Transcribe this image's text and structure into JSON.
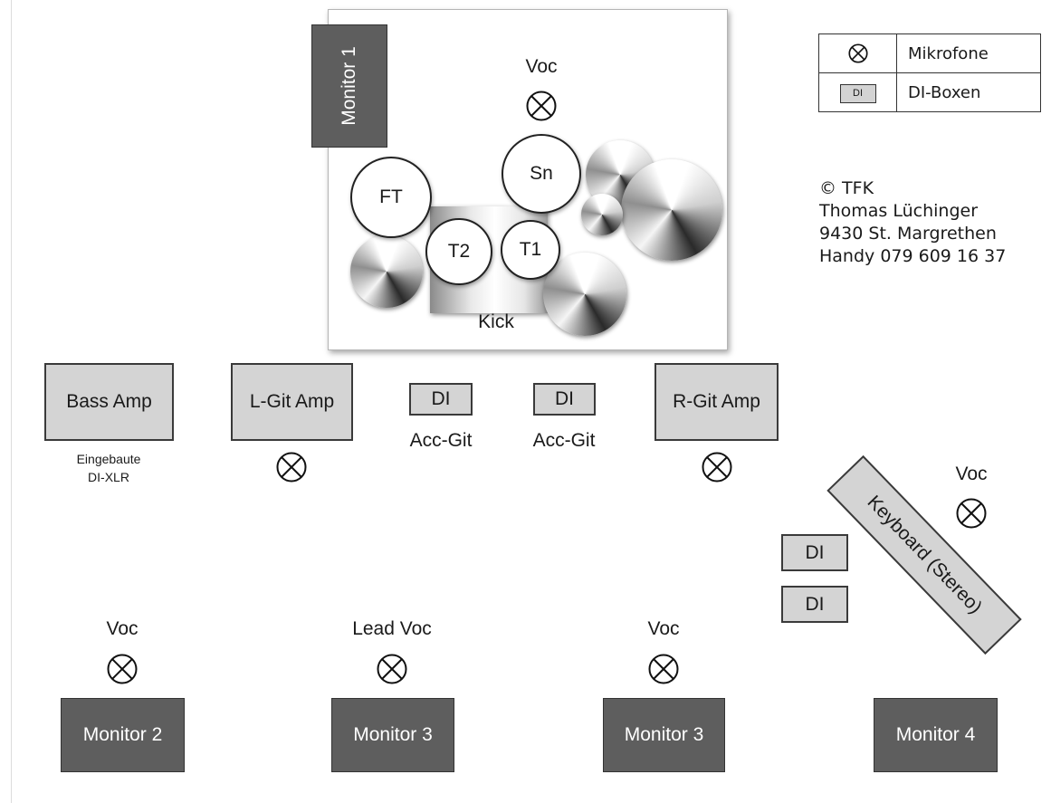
{
  "drum_kit": {
    "monitor_1": "Monitor 1",
    "vocal_label": "Voc",
    "snare": "Sn",
    "floor_tom": "FT",
    "tom_2": "T2",
    "tom_1": "T1",
    "kick": "Kick"
  },
  "legend": {
    "microphone_icon": "microphone-icon",
    "microphones": "Mikrofone",
    "di_box_symbol": "DI",
    "di_boxes": "DI-Boxen"
  },
  "credits": [
    "© TFK",
    "Thomas Lüchinger",
    "9430 St. Margrethen",
    "Handy 079 609 16 37"
  ],
  "amps": {
    "bass": "Bass Amp",
    "bass_note_1": "Eingebaute",
    "bass_note_2": "DI-XLR",
    "left_guitar": "L-Git Amp",
    "right_guitar": "R-Git Amp"
  },
  "acoustic_di": [
    {
      "box": "DI",
      "label": "Acc-Git"
    },
    {
      "box": "DI",
      "label": "Acc-Git"
    }
  ],
  "keyboard": {
    "label": "Keyboard (Stereo)",
    "vocal_label": "Voc",
    "di_1": "DI",
    "di_2": "DI"
  },
  "vocals": [
    "Voc",
    "Lead Voc",
    "Voc"
  ],
  "monitors": [
    "Monitor 2",
    "Monitor 3",
    "Monitor 3",
    "Monitor 4"
  ],
  "colors": {
    "amp_fill": "#d4d4d4",
    "monitor_fill": "#5e5e5e",
    "outline": "#3a3a3a"
  }
}
